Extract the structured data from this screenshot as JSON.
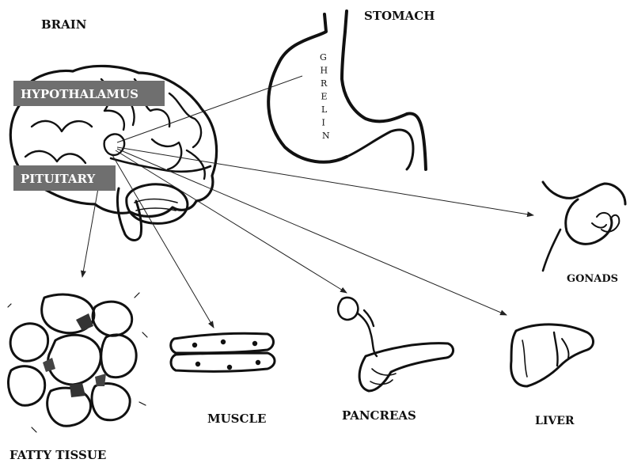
{
  "labels": {
    "brain": "BRAIN",
    "stomach": "STOMACH",
    "hypothalamus": "HYPOTHALAMUS",
    "pituitary": "PITUITARY",
    "ghrelin": "GHRELIN",
    "gonads": "GONADS",
    "fatty_tissue": "FATTY TISSUE",
    "muscle": "MUSCLE",
    "pancreas": "PANCREAS",
    "liver": "LIVER"
  },
  "colors": {
    "label_box": "#6f6f6f",
    "ink": "#111111"
  }
}
